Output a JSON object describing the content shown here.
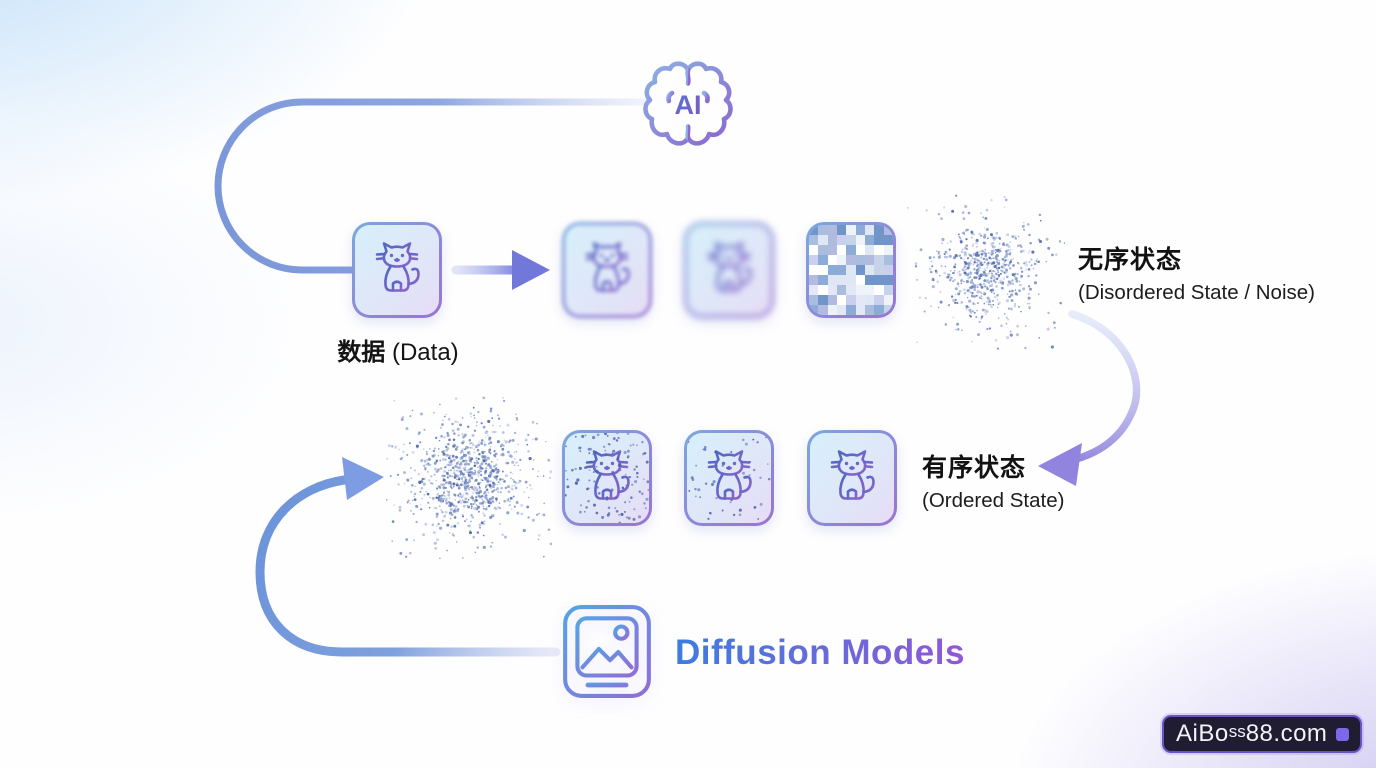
{
  "brain": {
    "label": "AI"
  },
  "forward_row": {
    "data_label_zh": "数据",
    "data_label_en": "(Data)",
    "disordered_zh": "无序状态",
    "disordered_en": "(Disordered State / Noise)"
  },
  "reverse_row": {
    "ordered_zh": "有序状态",
    "ordered_en": "(Ordered State)"
  },
  "title": "Diffusion Models",
  "watermark": {
    "text": "AiBoss88.com",
    "parts": {
      "a": "AiBo",
      "b": "ss",
      "c": "88.com"
    }
  },
  "icons": [
    "ai-brain-icon",
    "cat-image",
    "blurred-cat-image",
    "pixelated-noise-image",
    "noise-scatter-cloud",
    "noisy-cat-image",
    "picture-icon",
    "arrow"
  ],
  "colors": {
    "accent_blue": "#6e95da",
    "accent_purple": "#8f6fd6",
    "arrow_periwinkle": "#7d84de",
    "tile_border_start": "#7aa9dc",
    "tile_border_end": "#9a74d2",
    "title_gradient_start": "#3d7ce0",
    "title_gradient_end": "#9257d6",
    "label_text": "#121212",
    "background_topleft": "#bcдcf8",
    "watermark_bg": "#201c31",
    "watermark_border": "#6a52c4",
    "watermark_square": "#7c68e8"
  }
}
